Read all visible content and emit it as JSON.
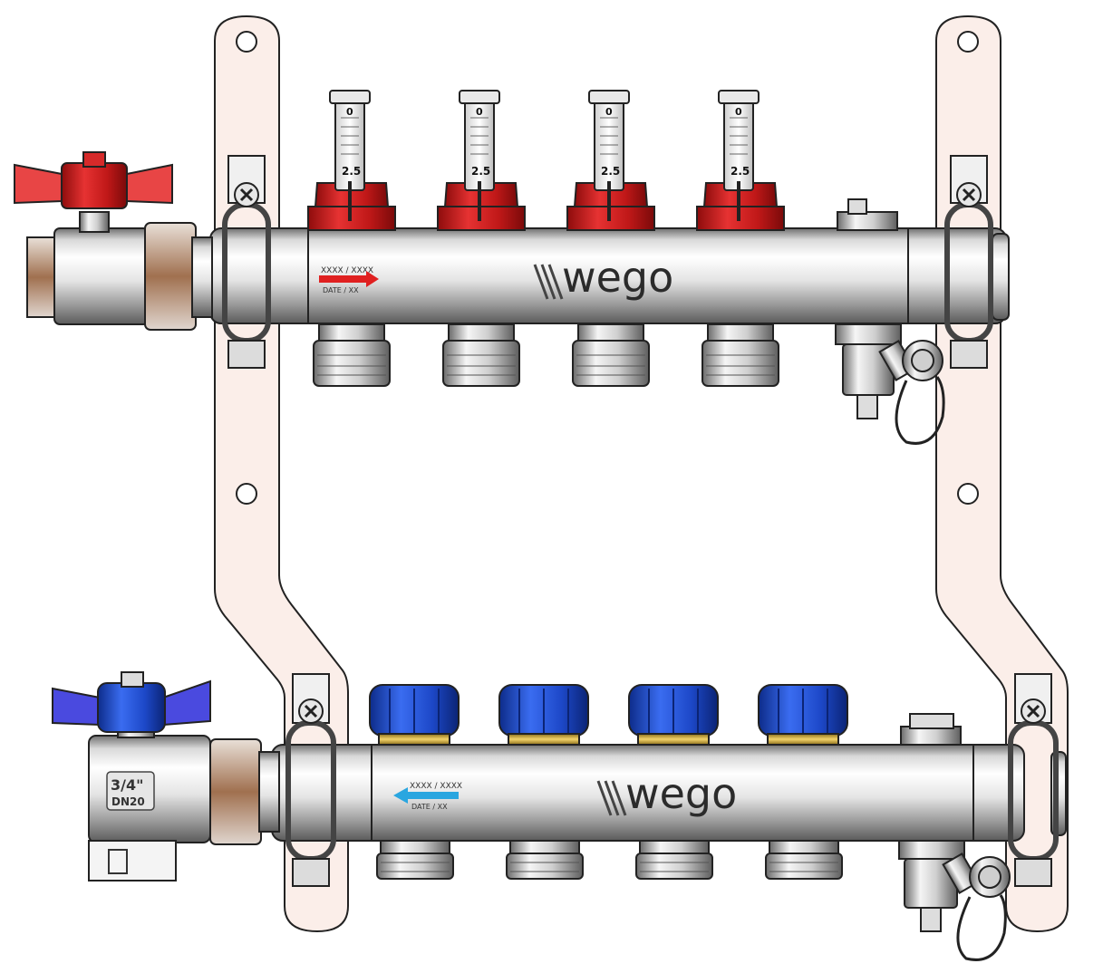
{
  "brand": {
    "name": "wego",
    "mark": "\\\\\\"
  },
  "supply_manifold": {
    "flow_label_code": "XXXX / XXXX",
    "flow_label_date": "DATE / XX",
    "arrow_color": "#e02020",
    "flowmeters": [
      {
        "top_value": "0",
        "scale_value": "2.5"
      },
      {
        "top_value": "0",
        "scale_value": "2.5"
      },
      {
        "top_value": "0",
        "scale_value": "2.5"
      },
      {
        "top_value": "0",
        "scale_value": "2.5"
      }
    ],
    "cap_color": "#d41c1c",
    "valve_handle_color": "#e84545"
  },
  "return_manifold": {
    "flow_label_code": "XXXX / XXXX",
    "flow_label_date": "DATE / XX",
    "arrow_color": "#2aa6e0",
    "cap_color": "#1f4fcf",
    "cap_count": 4,
    "valve_handle_color": "#4a4adf",
    "valve_size": "3/4\"",
    "valve_dn": "DN20"
  },
  "colors": {
    "bracket_fill": "#fbeee9",
    "chrome_light": "#f3f3f3",
    "chrome_dark": "#7d7d7d",
    "brass": "#c9a227"
  }
}
